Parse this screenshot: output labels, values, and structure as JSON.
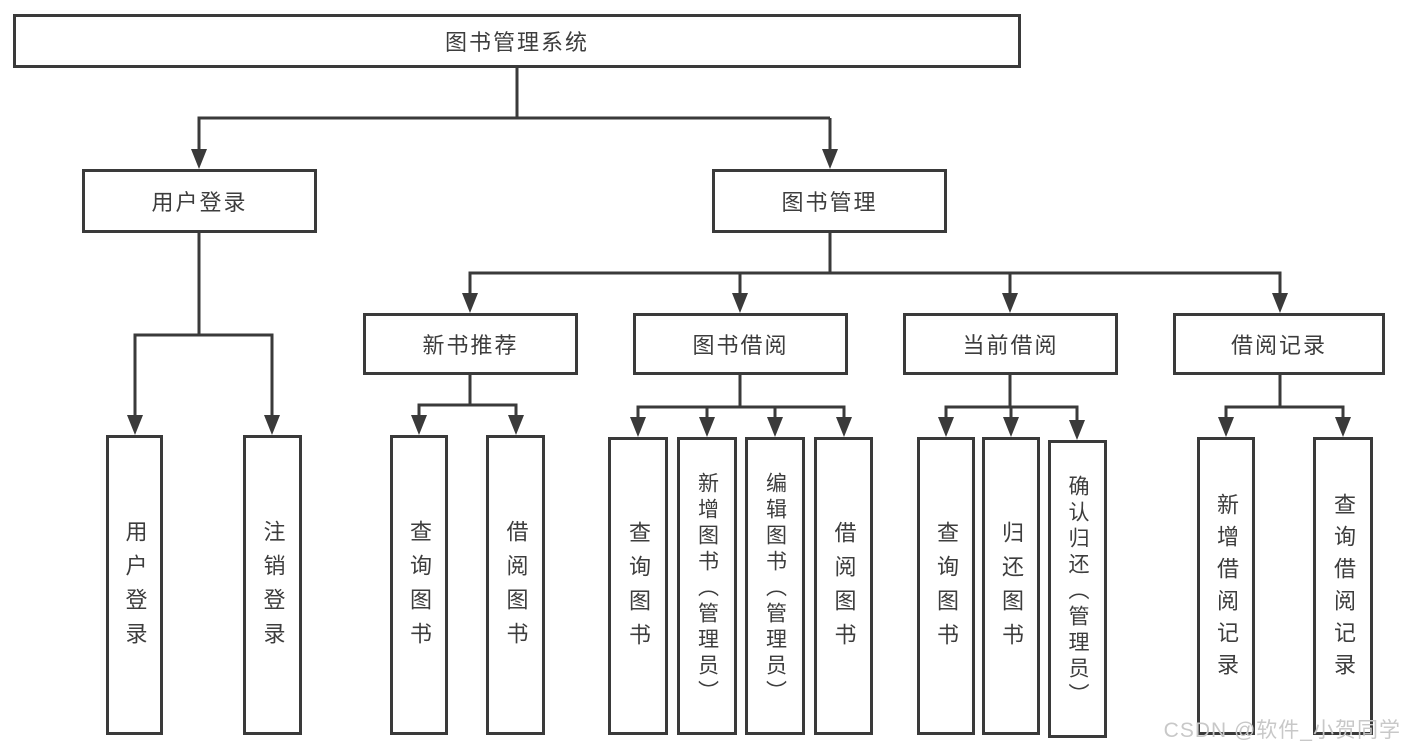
{
  "diagram": {
    "type": "hierarchy",
    "tree": {
      "label": "图书管理系统",
      "children": [
        {
          "label": "用户登录",
          "children": [
            {
              "label": "用户登录"
            },
            {
              "label": "注销登录"
            }
          ]
        },
        {
          "label": "图书管理",
          "children": [
            {
              "label": "新书推荐",
              "children": [
                {
                  "label": "查询图书"
                },
                {
                  "label": "借阅图书"
                }
              ]
            },
            {
              "label": "图书借阅",
              "children": [
                {
                  "label": "查询图书"
                },
                {
                  "label": "新增图书（管理员）"
                },
                {
                  "label": "编辑图书（管理员）"
                },
                {
                  "label": "借阅图书"
                }
              ]
            },
            {
              "label": "当前借阅",
              "children": [
                {
                  "label": "查询图书"
                },
                {
                  "label": "归还图书"
                },
                {
                  "label": "确认归还（管理员）"
                }
              ]
            },
            {
              "label": "借阅记录",
              "children": [
                {
                  "label": "新增借阅记录"
                },
                {
                  "label": "查询借阅记录"
                }
              ]
            }
          ]
        }
      ]
    },
    "colors": {
      "line": "#3a3a3a",
      "box_border": "#3a3a3a",
      "text": "#3d3d3d",
      "background": "#ffffff",
      "watermark": "#c8c8c8"
    }
  },
  "watermark": {
    "text": "CSDN @软件_小贺同学"
  }
}
